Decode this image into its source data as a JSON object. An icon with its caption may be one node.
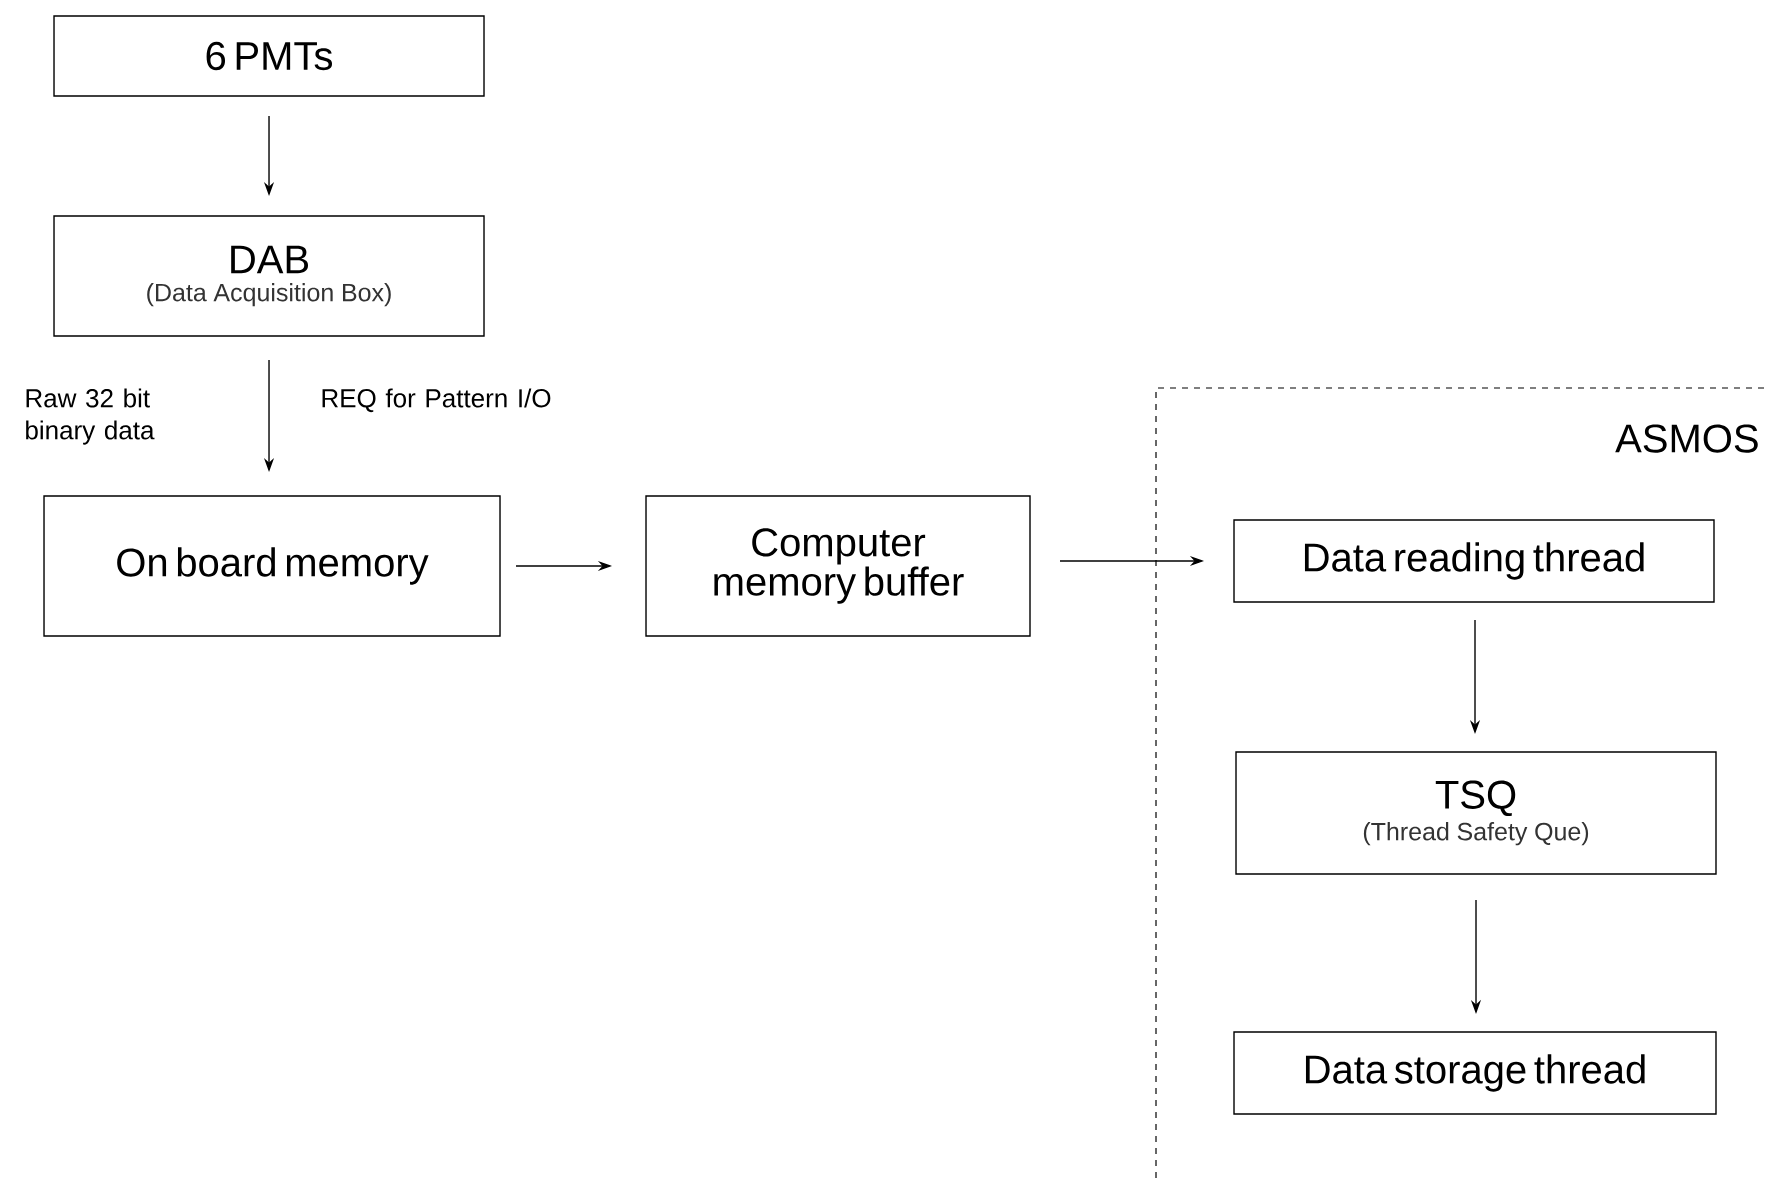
{
  "diagram": {
    "nodes": [
      {
        "text": [
          "6 PMTs"
        ]
      },
      {
        "text": [
          "DAB",
          "(Data Acquisition Box)"
        ]
      },
      {
        "text": [
          "On board memory"
        ]
      },
      {
        "text": [
          "Computer memory buffer"
        ]
      },
      {
        "text": [
          "ASMOS"
        ]
      },
      {
        "text": [
          "Data reading thread"
        ],
        "in": 4
      },
      {
        "text": [
          "TSQ",
          "(Thread Safety Que)"
        ],
        "in": 4
      },
      {
        "text": [
          "Data storage thread"
        ],
        "in": 4
      }
    ],
    "edges": [
      {
        "from": 0,
        "to": 1,
        "arrow": "to"
      },
      {
        "from": 1,
        "to": 2,
        "arrow": "to",
        "label": "Raw 32 bit binary data"
      },
      {
        "from": 2,
        "to": 3,
        "arrow": "to"
      },
      {
        "from": 3,
        "to": 5,
        "arrow": "to"
      },
      {
        "from": 5,
        "to": 6,
        "arrow": "to"
      },
      {
        "from": 6,
        "to": 7,
        "arrow": "to"
      }
    ],
    "labels": [
      "REQ for Pattern I/O"
    ]
  }
}
